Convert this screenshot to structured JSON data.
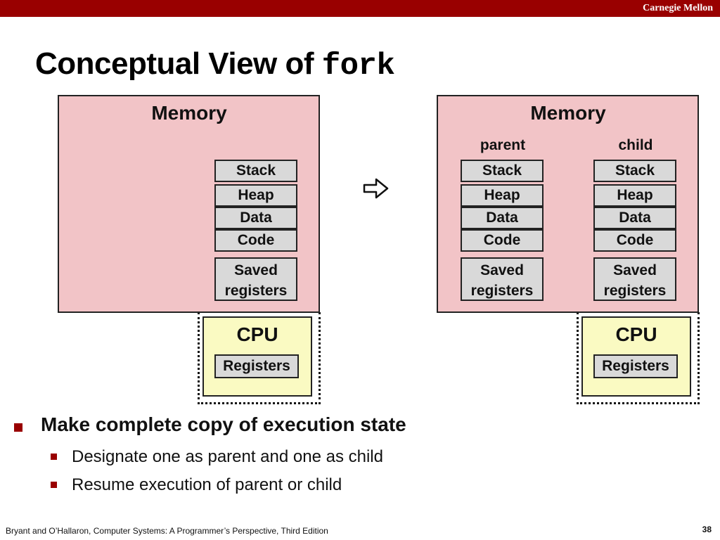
{
  "header": {
    "institution": "Carnegie Mellon"
  },
  "title": {
    "prefix": "Conceptual View of ",
    "code": "fork"
  },
  "left": {
    "memory_label": "Memory",
    "segments": [
      "Stack",
      "Heap",
      "Data",
      "Code"
    ],
    "saved_line1": "Saved",
    "saved_line2": "registers",
    "cpu_label": "CPU",
    "registers_label": "Registers"
  },
  "right": {
    "memory_label": "Memory",
    "parent_label": "parent",
    "child_label": "child",
    "parent_segments": [
      "Stack",
      "Heap",
      "Data",
      "Code"
    ],
    "child_segments": [
      "Stack",
      "Heap",
      "Data",
      "Code"
    ],
    "saved_line1": "Saved",
    "saved_line2": "registers",
    "cpu_label": "CPU",
    "registers_label": "Registers"
  },
  "arrow_icon": "right-arrow-icon",
  "bullets": {
    "main": "Make complete copy of execution state",
    "sub": [
      "Designate one as parent and one as child",
      "Resume execution of parent or child"
    ]
  },
  "colors": {
    "accent": "#990000",
    "memory": "#f2c4c7",
    "cpu": "#fafac2",
    "segment": "#d9d9d9"
  },
  "footer": {
    "citation": "Bryant and O’Hallaron, Computer Systems: A Programmer’s Perspective, Third Edition",
    "page": "38"
  }
}
